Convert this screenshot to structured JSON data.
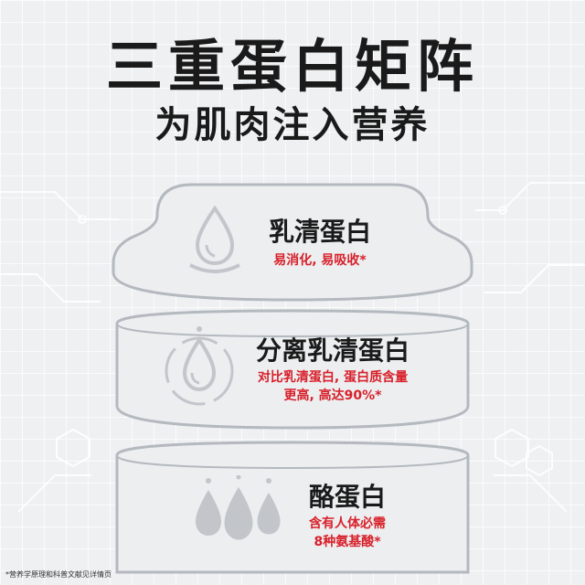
{
  "header": {
    "title": "三重蛋白矩阵",
    "subtitle": "为肌肉注入营养"
  },
  "layers": [
    {
      "name": "乳清蛋白",
      "desc_line1": "易消化, 易吸收*",
      "desc_line2": "",
      "icon": "water-drop-icon"
    },
    {
      "name": "分离乳清蛋白",
      "desc_line1": "对比乳清蛋白, 蛋白质含量",
      "desc_line2": "更高, 高达90%*",
      "icon": "water-drop-with-circle-icon"
    },
    {
      "name": "酪蛋白",
      "desc_line1": "含有人体必需",
      "desc_line2": "8种氨基酸*",
      "icon": "triple-drop-icon"
    }
  ],
  "footnote": "*营养学原理和科普文献见详情页",
  "colors": {
    "title": "#1a1a1a",
    "accent_red": "#d8202a",
    "layer_fill": "#eceef0",
    "layer_stroke": "#b4b9bf",
    "icon": "#c2c6cb"
  }
}
